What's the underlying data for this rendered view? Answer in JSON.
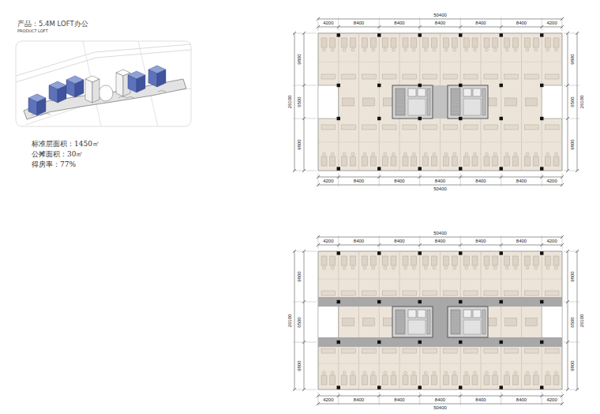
{
  "diagram": {
    "title": "产品：5.4M LOFT办公",
    "labels": [
      "PRODUCT LOFT",
      "标准层面积：1450㎡",
      "公摊面积：30㎡",
      "得房率：77%",
      "50400",
      "4200",
      "8400",
      "8400",
      "8400",
      "8400",
      "8400",
      "4200",
      "9800",
      "6500",
      "9800",
      "26100",
      "9800",
      "6500",
      "9800",
      "26100",
      "4200",
      "8400",
      "8400",
      "8400",
      "8400",
      "8400",
      "4200",
      "50400",
      "50400",
      "4200",
      "8400",
      "8400",
      "8400",
      "8400",
      "8400",
      "4200",
      "9800",
      "6500",
      "9800",
      "26100",
      "9800",
      "6500",
      "9800",
      "26100",
      "4200",
      "8400",
      "8400",
      "8400",
      "8400",
      "8400",
      "4200",
      "50400"
    ]
  }
}
